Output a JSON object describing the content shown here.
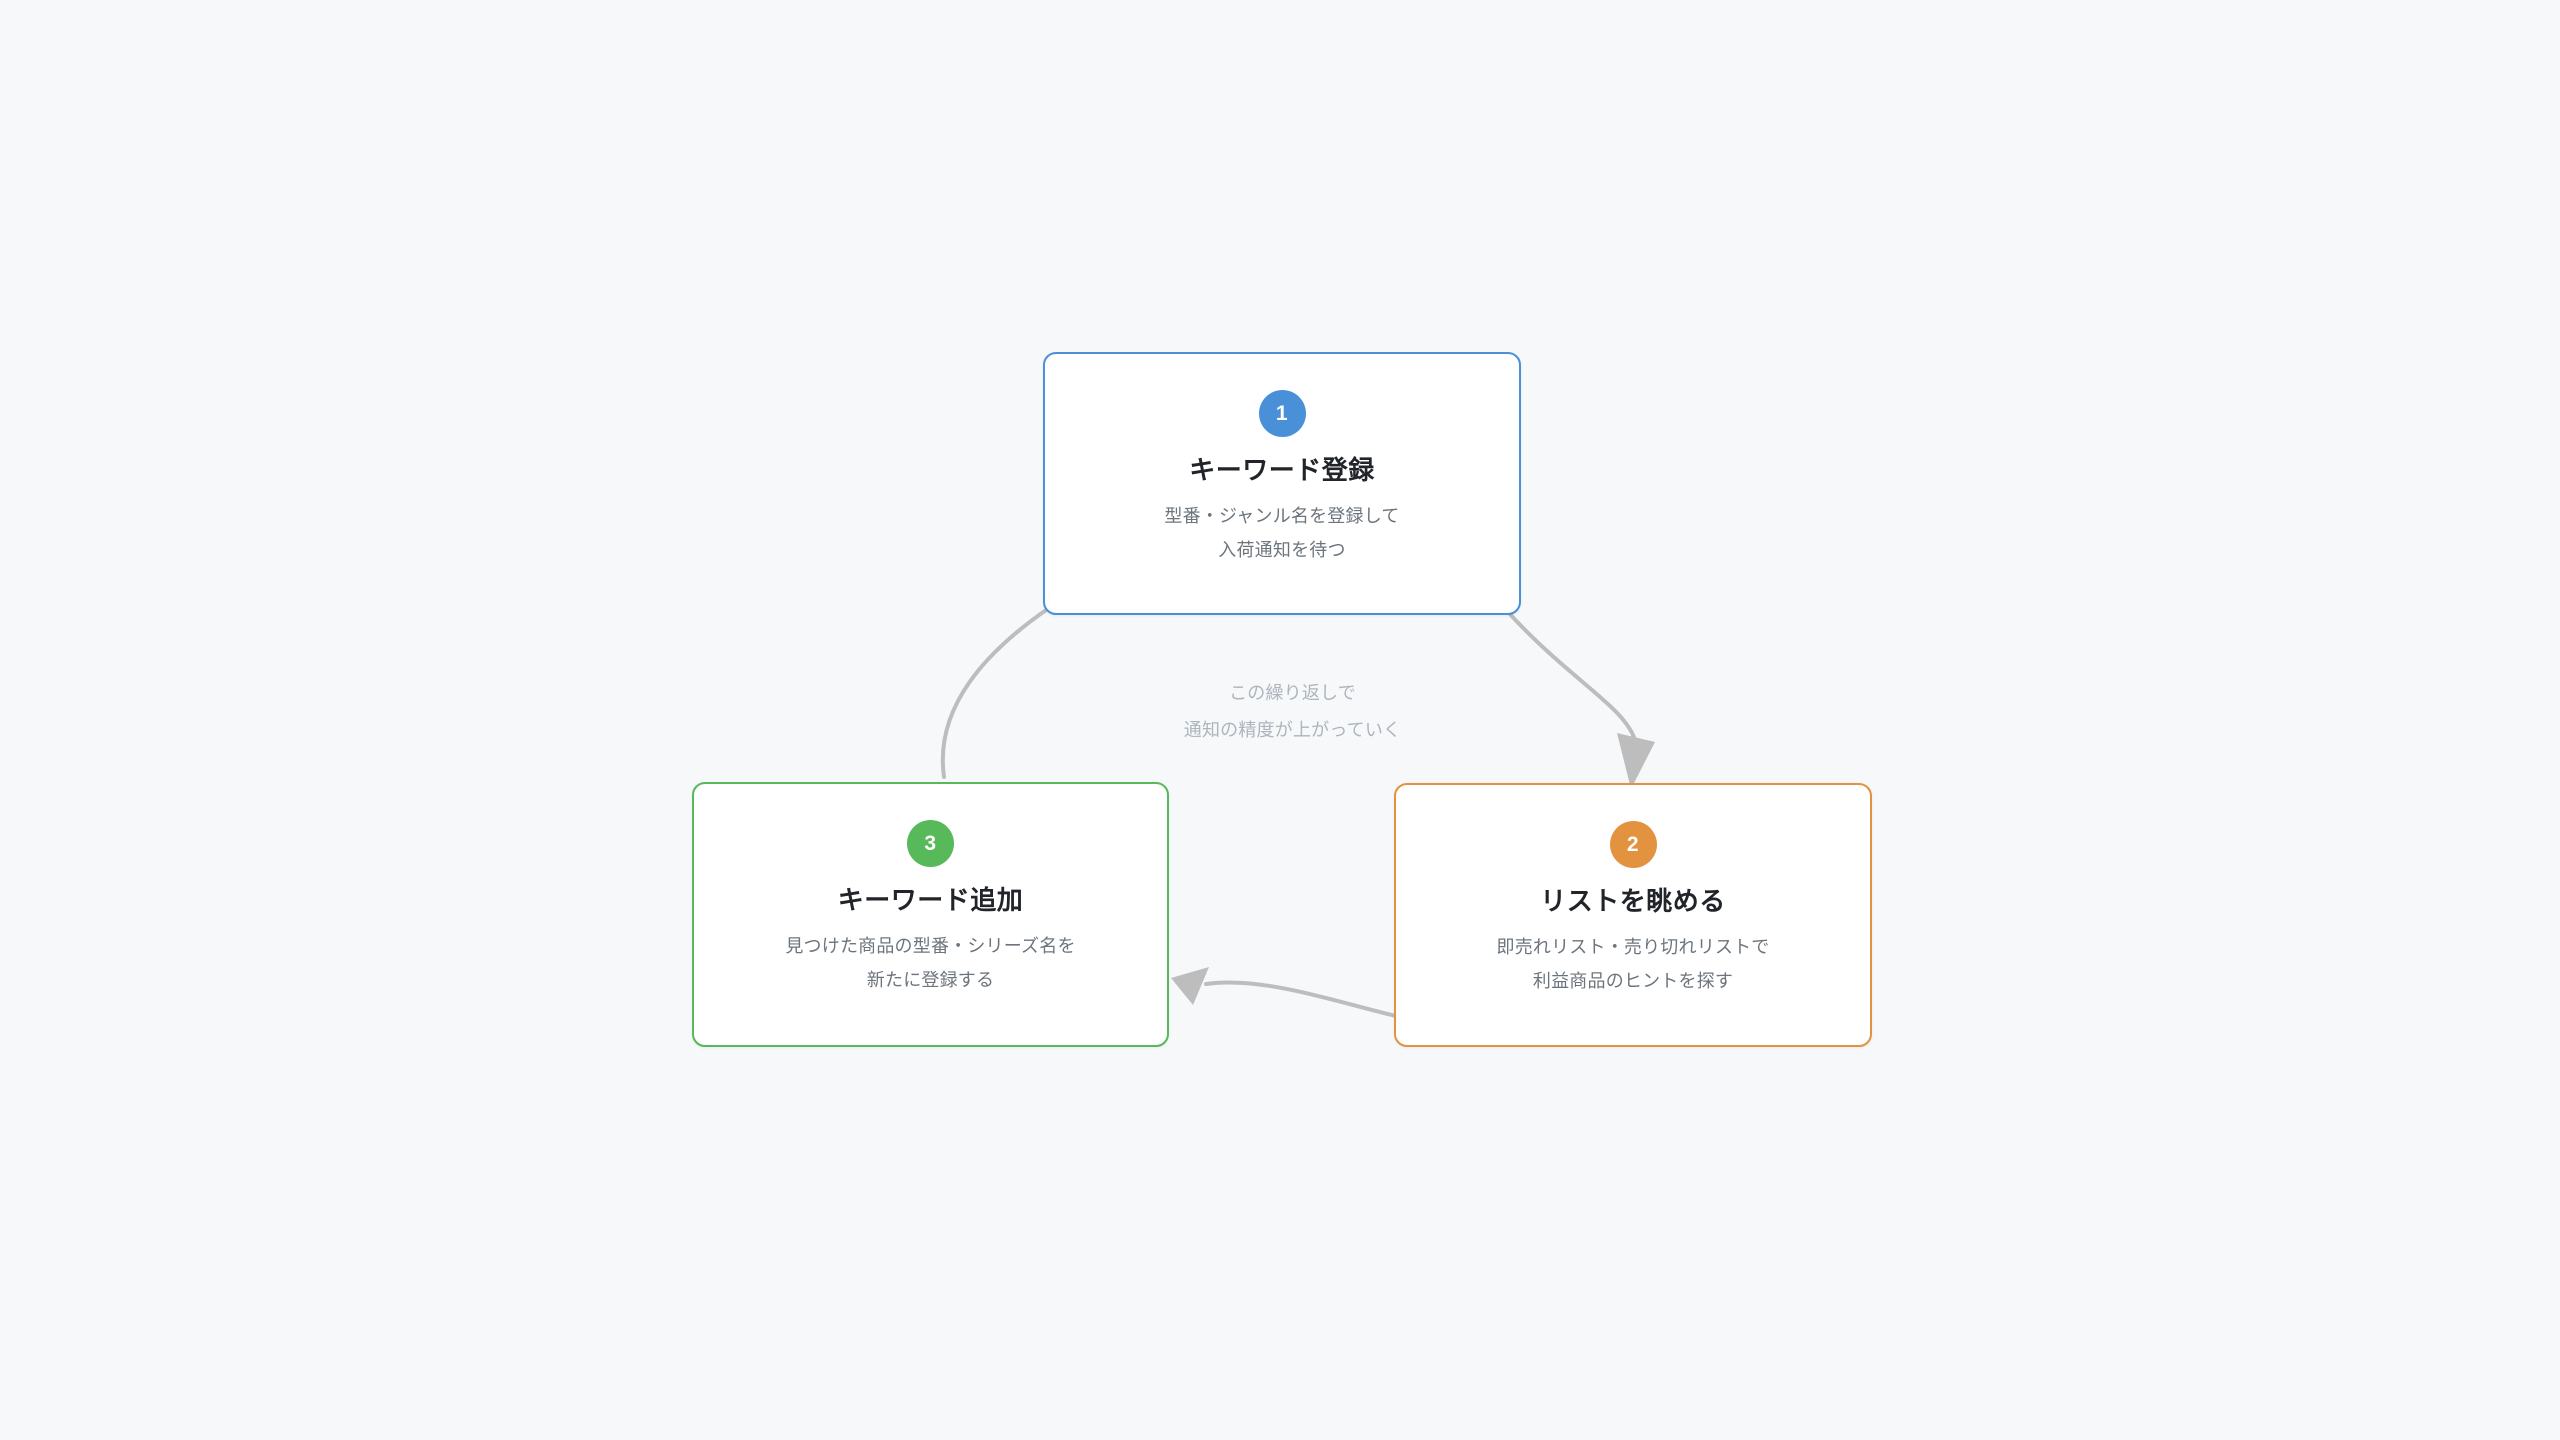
{
  "diagram": {
    "type": "cycle-flow",
    "background_color": "#f6f8fa",
    "caption": {
      "text": "この繰り返しで\n通知の精度が上がっていく",
      "color": "#adb5bd"
    },
    "steps": [
      {
        "number": "1",
        "title": "キーワード登録",
        "description": "型番・ジャンル名を登録して\n入荷通知を待つ",
        "accent_color": "#4a90d9"
      },
      {
        "number": "2",
        "title": "リストを眺める",
        "description": "即売れリスト・売り切れリストで\n利益商品のヒントを探す",
        "accent_color": "#e3923f"
      },
      {
        "number": "3",
        "title": "キーワード追加",
        "description": "見つけた商品の型番・シリーズ名を\n新たに登録する",
        "accent_color": "#57b95a"
      }
    ],
    "connectors": [
      {
        "from": "1",
        "to": "2",
        "arrowhead": true,
        "color": "#bdbdbd"
      },
      {
        "from": "2",
        "to": "3",
        "arrowhead": true,
        "color": "#bdbdbd"
      },
      {
        "from": "3",
        "to": "1",
        "arrowhead": false,
        "color": "#bdbdbd"
      }
    ]
  }
}
